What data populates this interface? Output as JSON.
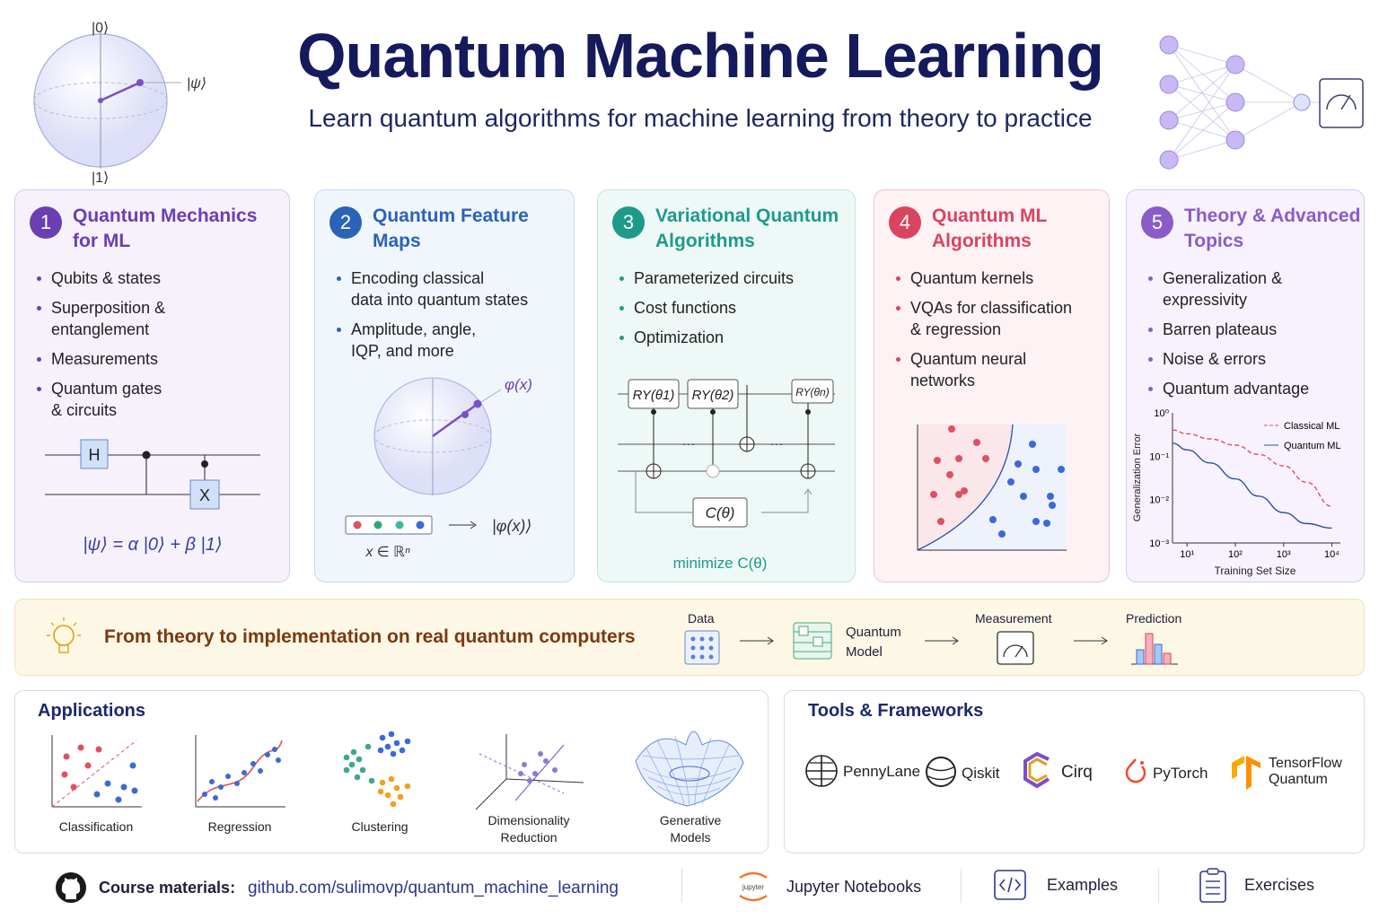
{
  "header": {
    "title": "Quantum Machine Learning",
    "subtitle": "Learn quantum algorithms for machine learning from theory to practice",
    "bloch": {
      "ket0": "|0⟩",
      "ket1": "|1⟩",
      "psi": "|ψ⟩"
    }
  },
  "modules": [
    {
      "number": "1",
      "title_line1": "Quantum Mechanics",
      "title_line2": "for ML",
      "color": "#6a3fb2",
      "bullets": [
        [
          "Qubits & states"
        ],
        [
          "Superposition &",
          "entanglement"
        ],
        [
          "Measurements"
        ],
        [
          "Quantum gates",
          "& circuits"
        ]
      ],
      "gate_h": "H",
      "gate_x": "X",
      "formula": "|ψ⟩ = α |0⟩ + β |1⟩"
    },
    {
      "number": "2",
      "title_line1": "Quantum Feature",
      "title_line2": "Maps",
      "color": "#2a63b8",
      "bullets": [
        [
          "Encoding classical",
          "data into quantum states"
        ],
        [
          "Amplitude, angle,",
          "IQP, and more"
        ]
      ],
      "phi": "φ(x)",
      "ket_phi": "|φ(x)⟩",
      "x_in": "x ∈ ℝⁿ"
    },
    {
      "number": "3",
      "title_line1": "Variational Quantum",
      "title_line2": "Algorithms",
      "color": "#1e9a8a",
      "bullets": [
        [
          "Parameterized circuits"
        ],
        [
          "Cost functions"
        ],
        [
          "Optimization"
        ]
      ],
      "gates": [
        "RY(θ1)",
        "RY(θ2)",
        "RY(θn)"
      ],
      "cost": "C(θ)",
      "dots": "···",
      "minimize": "minimize C(θ)"
    },
    {
      "number": "4",
      "title_line1": "Quantum ML",
      "title_line2": "Algorithms",
      "color": "#d9445f",
      "bullets": [
        [
          "Quantum kernels"
        ],
        [
          "VQAs for classification",
          "& regression"
        ],
        [
          "Quantum neural",
          "networks"
        ]
      ]
    },
    {
      "number": "5",
      "title_line1": "Theory & Advanced",
      "title_line2": "Topics",
      "color": "#8a5cc8",
      "bullets": [
        [
          "Generalization &",
          "expressivity"
        ],
        [
          "Barren plateaus"
        ],
        [
          "Noise & errors"
        ],
        [
          "Quantum advantage"
        ]
      ]
    }
  ],
  "chart_data": {
    "type": "line",
    "xlabel": "Training Set Size",
    "ylabel": "Generalization Error",
    "xscale": "log",
    "yscale": "log",
    "x_ticks": [
      "10¹",
      "10²",
      "10³",
      "10⁴"
    ],
    "y_ticks": [
      "10⁰",
      "10⁻¹",
      "10⁻²",
      "10⁻³"
    ],
    "xlim": [
      5,
      15000
    ],
    "ylim": [
      0.001,
      1
    ],
    "legend": "top-right",
    "series": [
      {
        "name": "Classical ML",
        "style": "dashed",
        "color": "#e05060",
        "x": [
          5,
          10,
          30,
          100,
          300,
          1000,
          3000,
          10000
        ],
        "y": [
          0.4,
          0.33,
          0.25,
          0.18,
          0.11,
          0.06,
          0.025,
          0.007
        ]
      },
      {
        "name": "Quantum ML",
        "style": "solid",
        "color": "#2b50a8",
        "x": [
          5,
          10,
          30,
          100,
          300,
          1000,
          3000,
          10000
        ],
        "y": [
          0.2,
          0.14,
          0.07,
          0.03,
          0.012,
          0.005,
          0.0028,
          0.0022
        ]
      }
    ]
  },
  "banner": {
    "text": "From theory to implementation on real quantum computers",
    "flow": {
      "data": "Data",
      "model_line1": "Quantum",
      "model_line2": "Model",
      "measurement": "Measurement",
      "prediction": "Prediction"
    }
  },
  "applications": {
    "title": "Applications",
    "items": [
      [
        "Classification"
      ],
      [
        "Regression"
      ],
      [
        "Clustering"
      ],
      [
        "Dimensionality",
        "Reduction"
      ],
      [
        "Generative",
        "Models"
      ]
    ]
  },
  "tools": {
    "title": "Tools & Frameworks",
    "items": [
      [
        "PennyLane"
      ],
      [
        "Qiskit"
      ],
      [
        "Cirq"
      ],
      [
        "PyTorch"
      ],
      [
        "TensorFlow",
        "Quantum"
      ]
    ]
  },
  "footer": {
    "label": "Course materials:",
    "link": "github.com/sulimovp/quantum_machine_learning",
    "jupyter_logo": "jupyter",
    "jupyter": "Jupyter Notebooks",
    "examples": "Examples",
    "exercises": "Exercises"
  }
}
